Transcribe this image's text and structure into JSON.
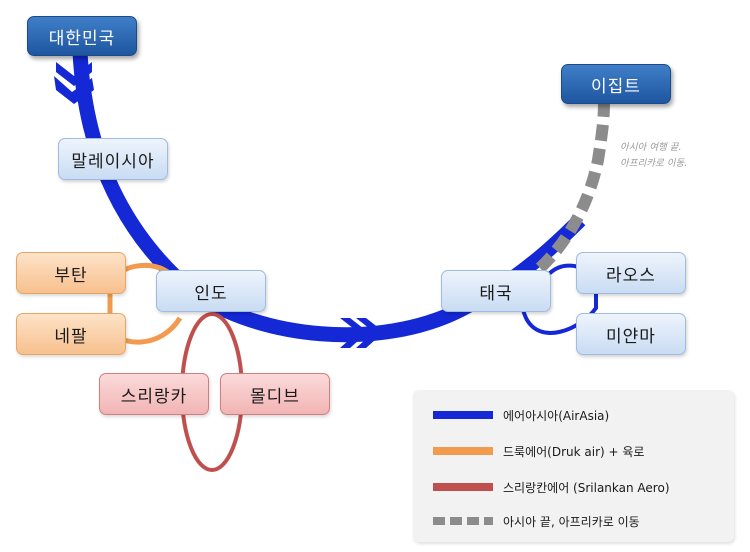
{
  "nodes": {
    "korea": "대한민국",
    "malaysia": "말레이시아",
    "india": "인도",
    "bhutan": "부탄",
    "nepal": "네팔",
    "srilanka": "스리랑카",
    "maldives": "몰디브",
    "thailand": "태국",
    "laos": "라오스",
    "myanmar": "미얀마",
    "egypt": "이집트"
  },
  "note": [
    "아시아 여행 끝.",
    "아프리카로 이동."
  ],
  "legend": [
    {
      "label": "에어아시아(AirAsia)",
      "color": "#1428d6",
      "style": "solid"
    },
    {
      "label": "드룩에어(Druk air) + 육로",
      "color": "#f29a4d",
      "style": "solid"
    },
    {
      "label": "스리랑칸에어 (Srilankan Aero)",
      "color": "#c0504d",
      "style": "solid"
    },
    {
      "label": "아시아 끝, 아프리카로 이동",
      "color": "#8c8c8c",
      "style": "dashed"
    }
  ],
  "colors": {
    "airasia": "#1428d6",
    "druk": "#f29a4d",
    "srilankan": "#c0504d",
    "africa": "#8c8c8c"
  }
}
